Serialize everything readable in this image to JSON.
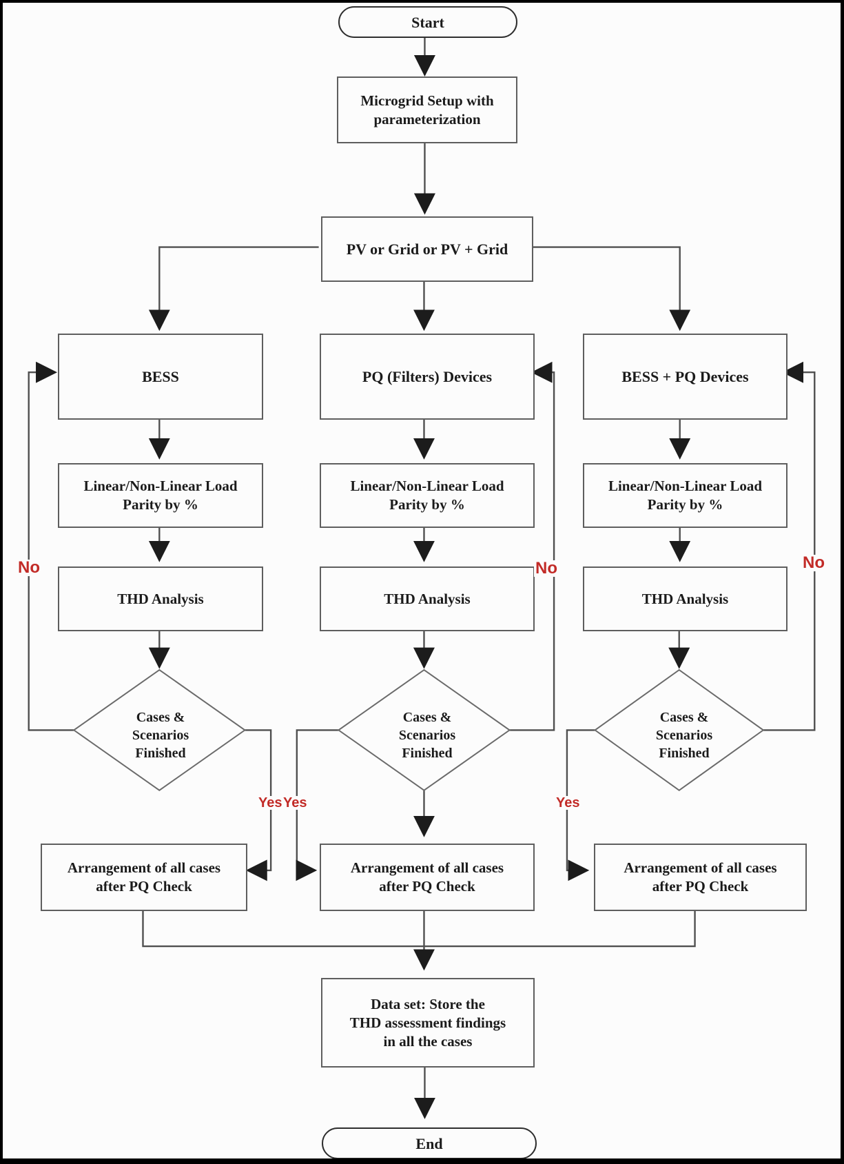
{
  "flowchart": {
    "title": "Microgrid THD assessment flowchart",
    "nodes": {
      "start": "Start",
      "setup": [
        "Microgrid Setup with",
        "parameterization"
      ],
      "source": "PV or Grid or PV + Grid",
      "branches": [
        "BESS",
        "PQ (Filters) Devices",
        "BESS + PQ Devices"
      ],
      "load_parity": [
        "Linear/Non-Linear Load",
        "Parity by %"
      ],
      "thd": "THD Analysis",
      "decision": [
        "Cases &",
        "Scenarios",
        "Finished"
      ],
      "arrangement": [
        "Arrangement of all cases",
        "after PQ Check"
      ],
      "dataset": [
        "Data set: Store the",
        "THD assessment findings",
        "in all the cases"
      ],
      "end": "End"
    },
    "labels": {
      "yes": "Yes",
      "no": "No"
    },
    "colors": {
      "decision_label": "#c22b27",
      "connector": "#4f4f4f",
      "box_border": "#5e5e5e",
      "arrowhead": "#1c1c1c"
    }
  }
}
